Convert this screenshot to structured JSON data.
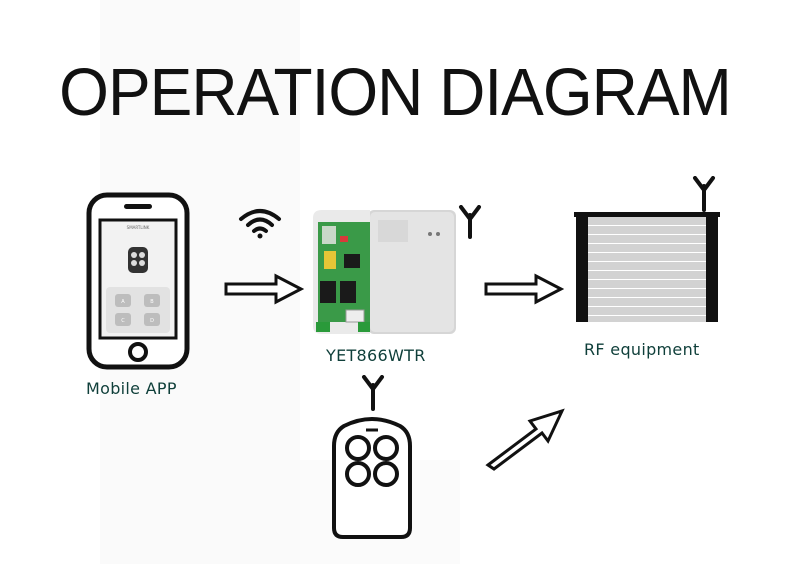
{
  "title": "OPERATION DIAGRAM",
  "nodes": {
    "phone": {
      "label": "Mobile APP",
      "screen_header": "SMARTLINK",
      "buttons": [
        "A",
        "B",
        "C",
        "D"
      ]
    },
    "controller": {
      "label": "YET866WTR"
    },
    "rf_equipment": {
      "label": "RF equipment"
    },
    "remote": {
      "label": ""
    }
  },
  "colors": {
    "title": "#111111",
    "label": "#0f3f3a",
    "pcb": "#3a9a48",
    "shutter_frame": "#111111"
  },
  "icons": [
    "wifi-icon",
    "antenna-icon",
    "arrow-right-icon",
    "arrow-diagonal-icon"
  ]
}
